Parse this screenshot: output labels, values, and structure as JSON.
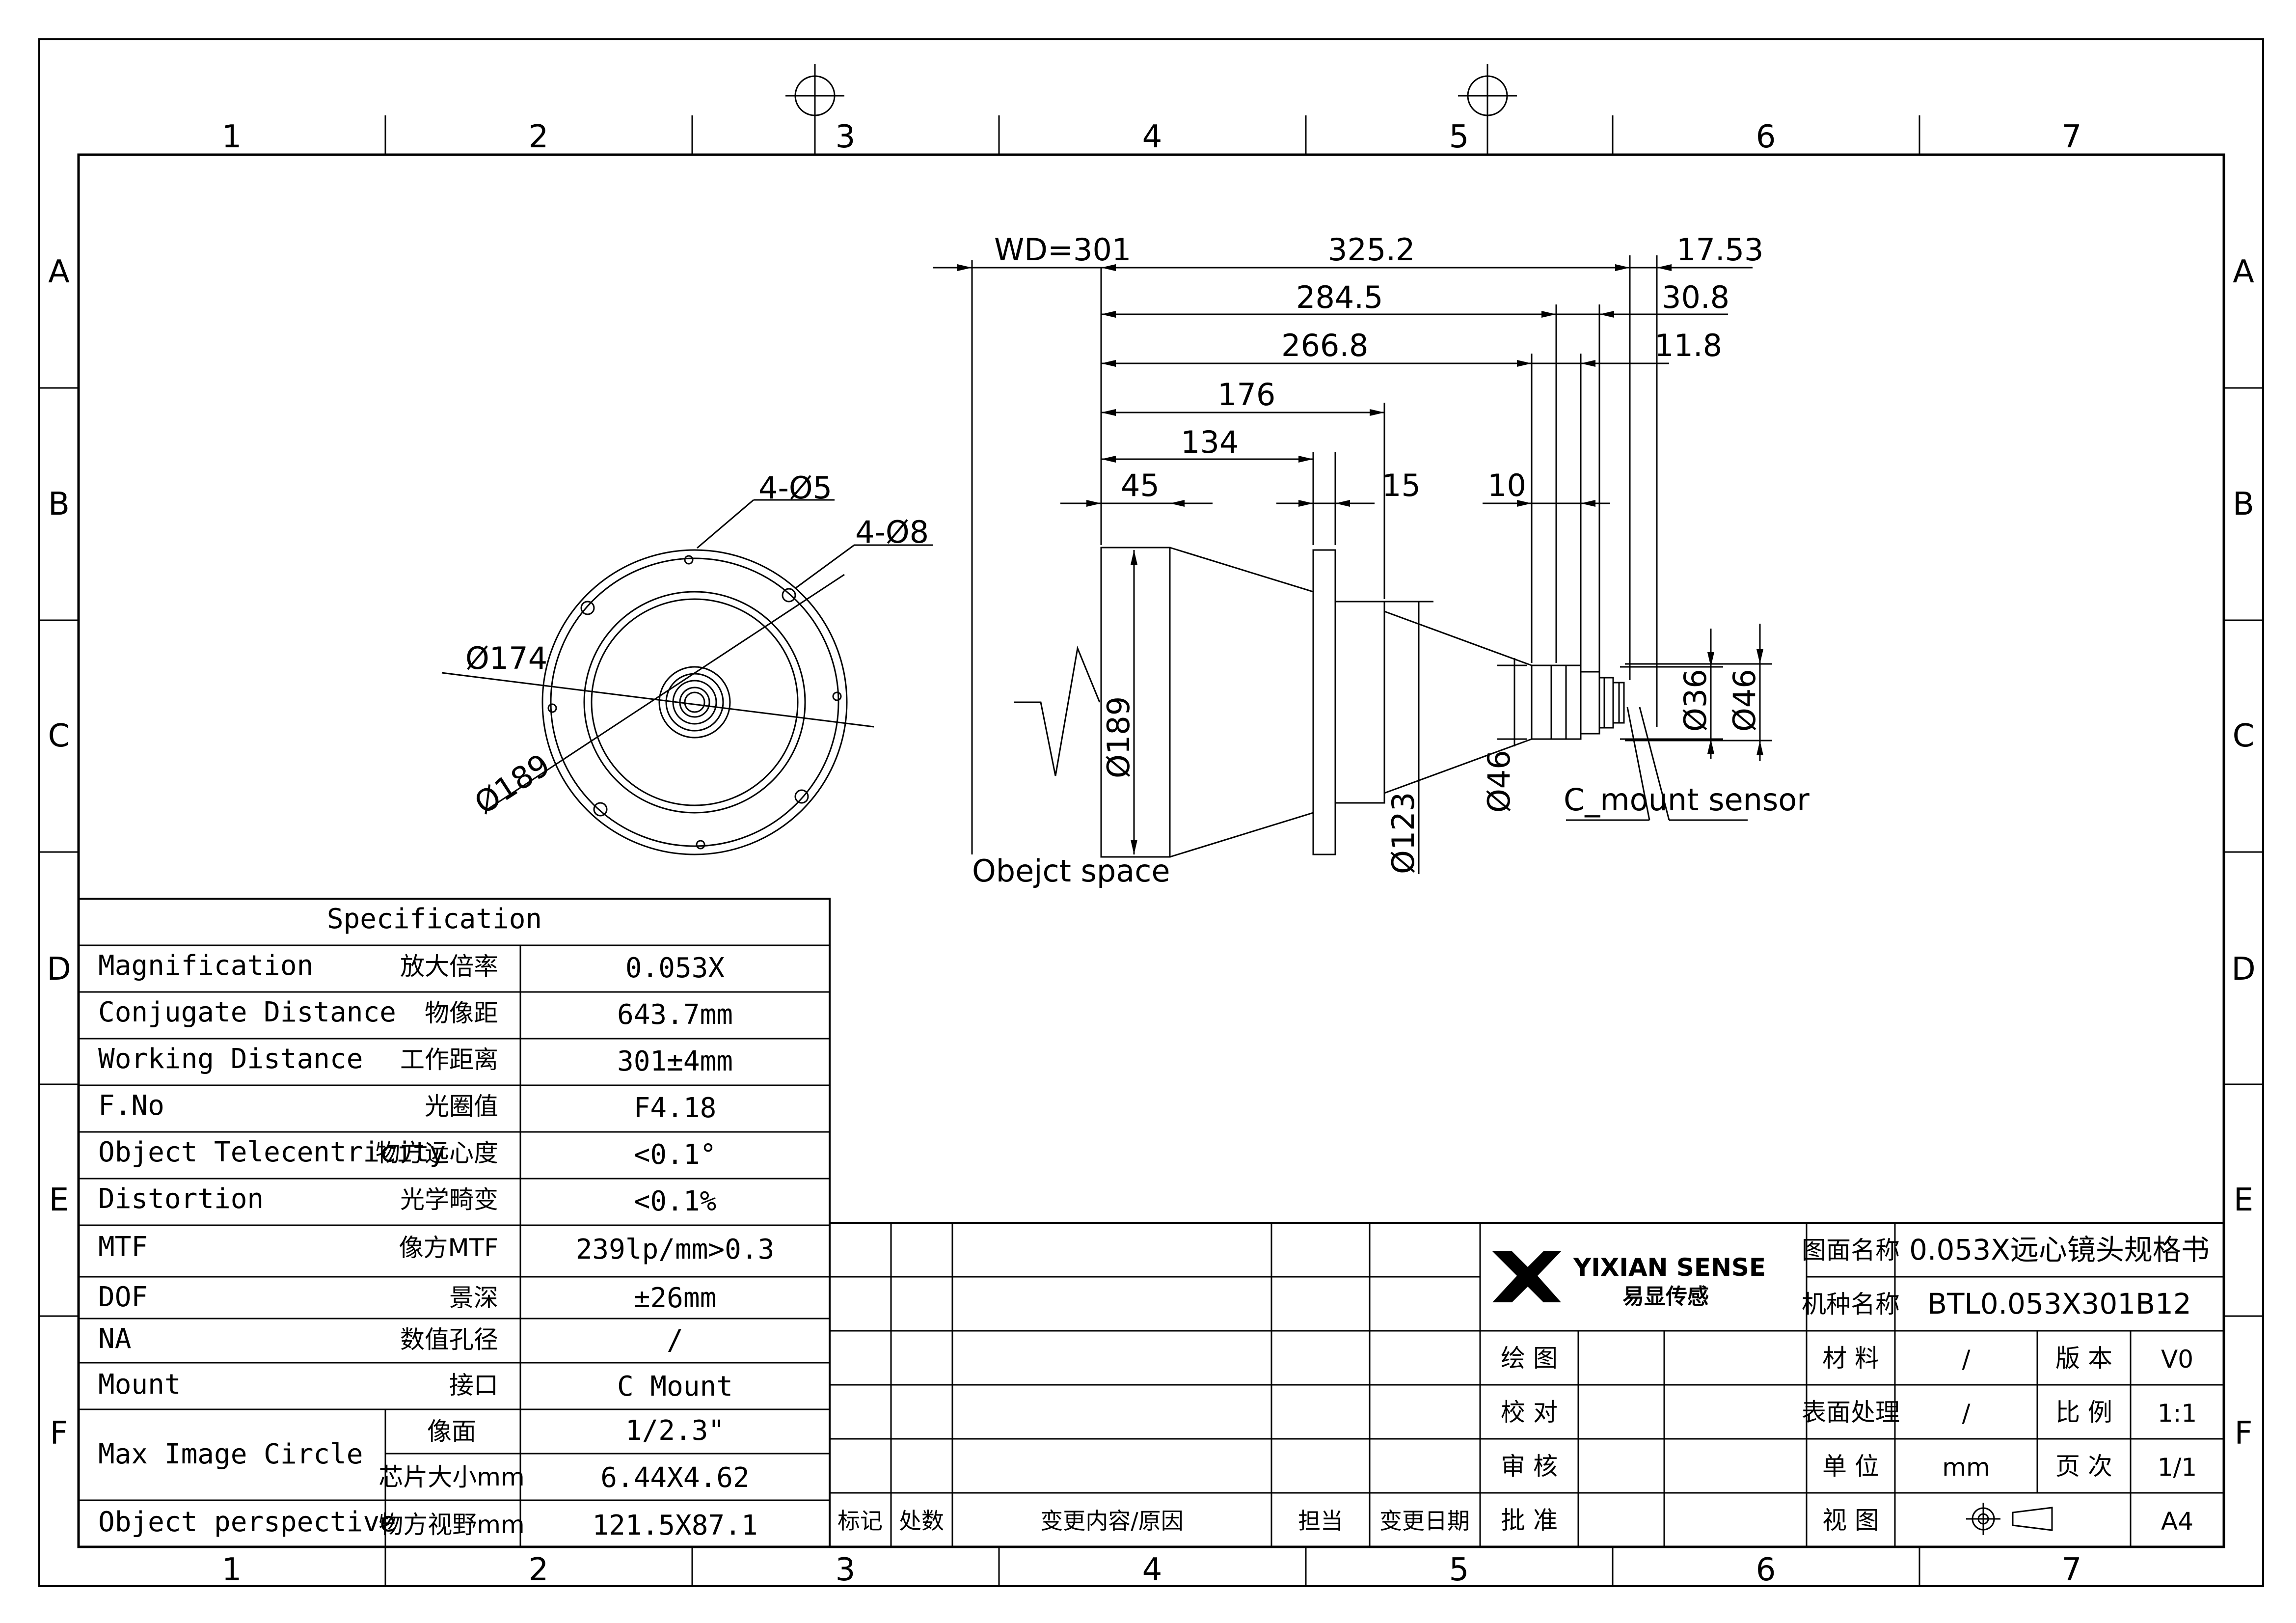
{
  "frame": {
    "columns": [
      "1",
      "2",
      "3",
      "4",
      "5",
      "6",
      "7"
    ],
    "rows": [
      "A",
      "B",
      "C",
      "D",
      "E",
      "F"
    ]
  },
  "front_view": {
    "holes_small": "4-Ø5",
    "holes_large": "4-Ø8",
    "dia_174": "Ø174",
    "dia_189": "Ø189"
  },
  "side_view": {
    "wd": "WD=301",
    "d_325": "325.2",
    "d_17_53": "17.53",
    "d_284": "284.5",
    "d_30_8": "30.8",
    "d_266": "266.8",
    "d_11_8": "11.8",
    "d_176": "176",
    "d_134": "134",
    "d_45": "45",
    "d_15": "15",
    "d_10": "10",
    "dia_189": "Ø189",
    "dia_123": "Ø123",
    "dia_46_a": "Ø46",
    "dia_36": "Ø36",
    "dia_46_b": "Ø46",
    "object_space": "Obejct space",
    "sensor": "C_mount sensor"
  },
  "spec": {
    "title": "Specification",
    "rows": [
      {
        "en": "Magnification",
        "cn": "放大倍率",
        "value": "0.053X"
      },
      {
        "en": "Conjugate Distance",
        "cn": "物像距",
        "value": "643.7mm"
      },
      {
        "en": "Working Distance",
        "cn": "工作距离",
        "value": "301±4mm"
      },
      {
        "en": "F.No",
        "cn": "光圈值",
        "value": "F4.18"
      },
      {
        "en": "Object Telecentricity",
        "cn": "物方远心度",
        "value": "<0.1°"
      },
      {
        "en": "Distortion",
        "cn": "光学畸变",
        "value": "<0.1%"
      },
      {
        "en": "MTF",
        "cn": "像方MTF",
        "value": "239lp/mm>0.3"
      },
      {
        "en": "DOF",
        "cn": "景深",
        "value": "±26mm"
      },
      {
        "en": "NA",
        "cn": "数值孔径",
        "value": "/"
      },
      {
        "en": "Mount",
        "cn": "接口",
        "value": "C Mount"
      }
    ],
    "mic_label": "Max Image Circle",
    "mic_sub1": "像面",
    "mic_val1": "1/2.3\"",
    "mic_sub2": "芯片大小mm",
    "mic_val2": "6.44X4.62",
    "persp_en": "Object perspective",
    "persp_cn": "物方视野mm",
    "persp_val": "121.5X87.1"
  },
  "title_block": {
    "logo_en": "YIXIAN SENSE",
    "logo_cn": "易显传感",
    "drawing_name_label": "图面名称",
    "drawing_name": "0.053X远心镜头规格书",
    "model_label": "机种名称",
    "model": "BTL0.053X301B12",
    "draw_label": "绘 图",
    "check_label": "校 对",
    "review_label": "审 核",
    "approve_label": "批 准",
    "material_label": "材 料",
    "material": "/",
    "version_label": "版 本",
    "version": "V0",
    "surface_label": "表面处理",
    "surface": "/",
    "scale_label": "比 例",
    "scale": "1:1",
    "unit_label": "单 位",
    "unit": "mm",
    "page_label": "页 次",
    "page": "1/1",
    "view_label": "视 图",
    "size": "A4",
    "rev_mark": "标记",
    "rev_count": "处数",
    "rev_content": "变更内容/原因",
    "rev_owner": "担当",
    "rev_date": "变更日期"
  }
}
